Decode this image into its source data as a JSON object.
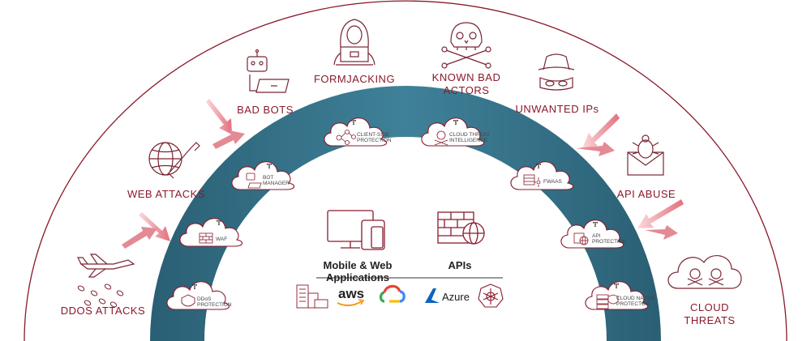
{
  "threats": {
    "ddos": "DDOS ATTACKS",
    "web": "WEB ATTACKS",
    "bots": "BAD BOTS",
    "formjacking": "FORMJACKING",
    "known_bad_1": "KNOWN BAD",
    "known_bad_2": "ACTORS",
    "unwanted": "UNWANTED IPs",
    "api_abuse": "API ABUSE",
    "cloud_1": "CLOUD",
    "cloud_2": "THREATS"
  },
  "services": {
    "ddos_1": "DDoS",
    "ddos_2": "PROTECTION",
    "waf": "WAF",
    "bot_1": "BOT",
    "bot_2": "MANAGER",
    "csp_1": "CLIENT-SIDE",
    "csp_2": "PROTECTION",
    "cti_1": "CLOUD THREAT",
    "cti_2": "INTELLIGENCE",
    "fwaas": "FWAAS",
    "api_1": "API",
    "api_2": "PROTECTION",
    "cnp_1": "CLOUD NATIVE",
    "cnp_2": "PROTECTOR"
  },
  "center": {
    "mobile_web_1": "Mobile & Web",
    "mobile_web_2": "Applications",
    "apis": "APIs",
    "aws": "aws",
    "azure": "Azure"
  },
  "colors": {
    "brand_red": "#8a1a2b",
    "arch_teal": "#2f6b80",
    "arrow_pink": "#e98791"
  }
}
